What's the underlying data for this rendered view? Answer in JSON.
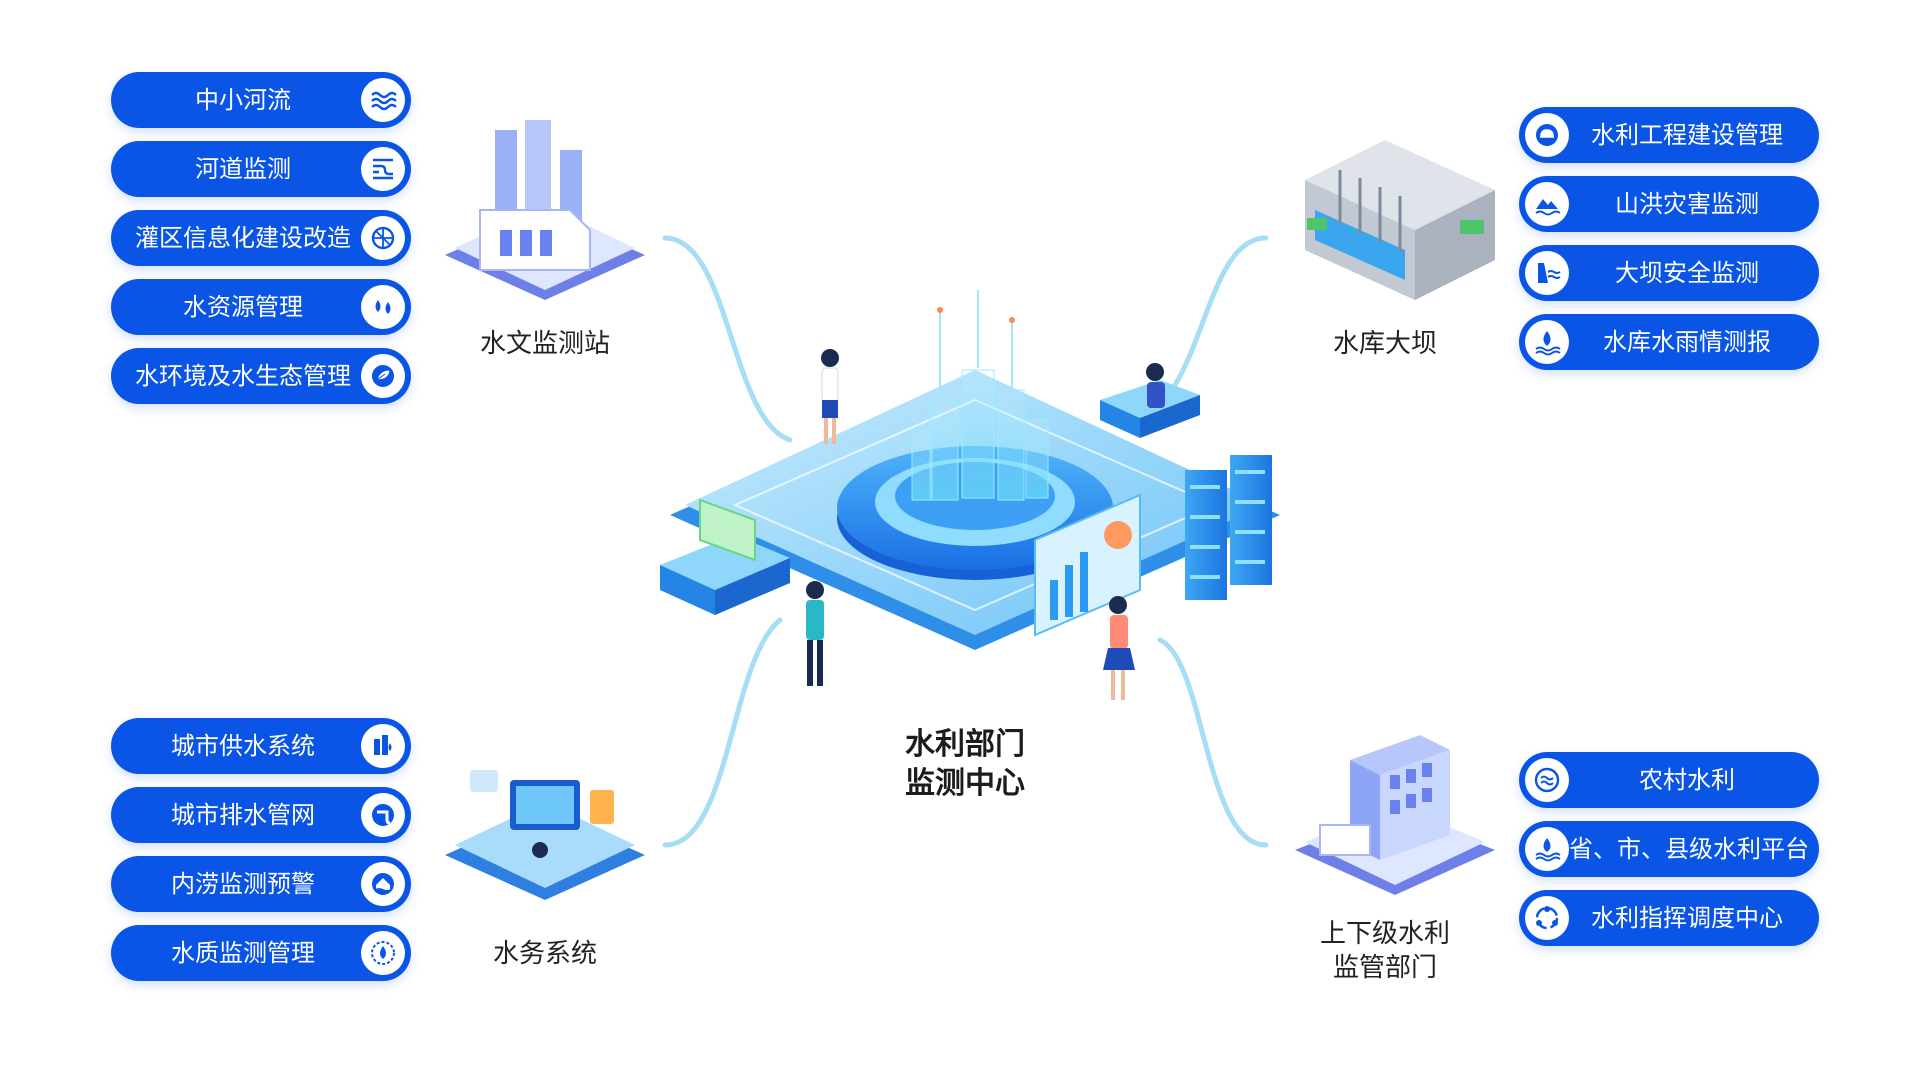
{
  "center": {
    "line1": "水利部门",
    "line2": "监测中心"
  },
  "groups": {
    "hydrology": {
      "caption": "水文监测站",
      "items": [
        {
          "label": "中小河流",
          "icon": "waves-icon"
        },
        {
          "label": "河道监测",
          "icon": "river-channel-icon"
        },
        {
          "label": "灌区信息化建设改造",
          "icon": "irrigation-icon"
        },
        {
          "label": "水资源管理",
          "icon": "water-drops-icon"
        },
        {
          "label": "水环境及水生态管理",
          "icon": "leaf-icon"
        }
      ]
    },
    "reservoir": {
      "caption": "水库大坝",
      "items": [
        {
          "label": "水利工程建设管理",
          "icon": "construction-worker-icon"
        },
        {
          "label": "山洪灾害监测",
          "icon": "mountain-flood-icon"
        },
        {
          "label": "大坝安全监测",
          "icon": "dam-icon"
        },
        {
          "label": "水库水雨情测报",
          "icon": "rain-drop-icon"
        }
      ]
    },
    "water_affairs": {
      "caption": "水务系统",
      "items": [
        {
          "label": "城市供水系统",
          "icon": "city-water-icon"
        },
        {
          "label": "城市排水管网",
          "icon": "drain-pipe-icon"
        },
        {
          "label": "内涝监测预警",
          "icon": "flooded-house-icon"
        },
        {
          "label": "水质监测管理",
          "icon": "water-quality-icon"
        }
      ]
    },
    "authority": {
      "caption_line1": "上下级水利",
      "caption_line2": "监管部门",
      "items": [
        {
          "label": "农村水利",
          "icon": "rural-water-icon"
        },
        {
          "label": "省、市、县级水利平台",
          "icon": "platform-icon"
        },
        {
          "label": "水利指挥调度中心",
          "icon": "dispatch-icon"
        }
      ]
    }
  },
  "colors": {
    "pill": "#0a55e6",
    "connector": "#9fdcf5",
    "accent": "#1f8bf0"
  }
}
